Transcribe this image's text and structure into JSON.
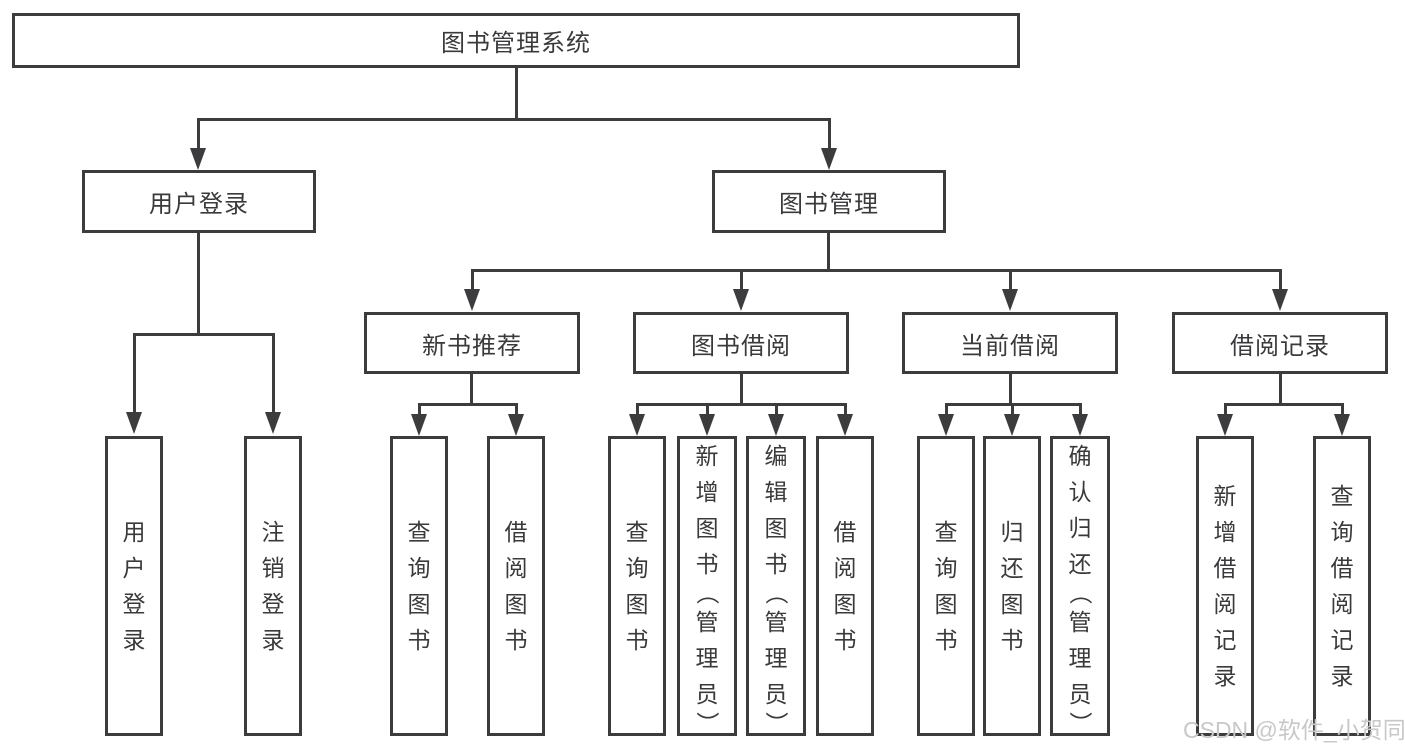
{
  "colors": {
    "line": "#3c3c3e",
    "text": "#3a3a3c",
    "background": "#ffffff",
    "watermark": "#c8c8c8"
  },
  "root": {
    "label": "图书管理系统"
  },
  "level2": [
    {
      "label": "用户登录"
    },
    {
      "label": "图书管理"
    }
  ],
  "level3": [
    {
      "label": "新书推荐"
    },
    {
      "label": "图书借阅"
    },
    {
      "label": "当前借阅"
    },
    {
      "label": "借阅记录"
    }
  ],
  "leaves": {
    "user_login": [
      {
        "label": "用户登录"
      },
      {
        "label": "注销登录"
      }
    ],
    "new_books": [
      {
        "label": "查询图书"
      },
      {
        "label": "借阅图书"
      }
    ],
    "book_borrow": [
      {
        "label": "查询图书"
      },
      {
        "label": "新增图书（管理员）"
      },
      {
        "label": "编辑图书（管理员）"
      },
      {
        "label": "借阅图书"
      }
    ],
    "current_borrow": [
      {
        "label": "查询图书"
      },
      {
        "label": "归还图书"
      },
      {
        "label": "确认归还（管理员）"
      }
    ],
    "borrow_records": [
      {
        "label": "新增借阅记录"
      },
      {
        "label": "查询借阅记录"
      }
    ]
  },
  "watermark": {
    "text": "CSDN @软件_小贺同学"
  }
}
